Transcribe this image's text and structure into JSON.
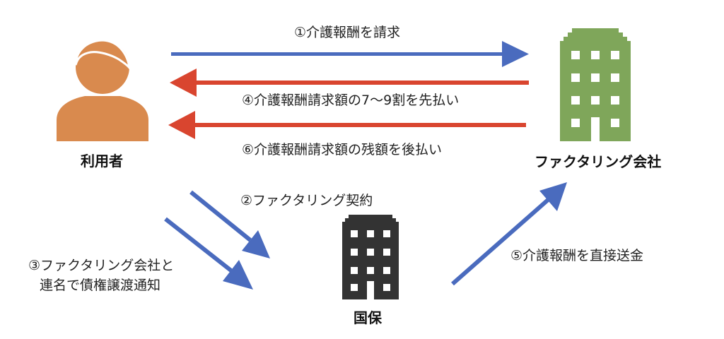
{
  "actors": {
    "user": {
      "label": "利用者",
      "icon": "person-icon",
      "color": "#D98A4E"
    },
    "factoring_company": {
      "label": "ファクタリング会社",
      "icon": "building-icon",
      "color": "#7FA65A"
    },
    "kokuho": {
      "label": "国保",
      "icon": "building-icon",
      "color": "#333333"
    }
  },
  "steps": {
    "s1": "①介護報酬を請求",
    "s2": "②ファクタリング契約",
    "s3_line1": "③ファクタリング会社と",
    "s3_line2": "連名で債権譲渡通知",
    "s4": "④介護報酬請求額の7〜9割を先払い",
    "s5": "⑤介護報酬を直接送金",
    "s6": "⑥介護報酬請求額の残額を後払い"
  },
  "colors": {
    "blue_arrow": "#4A6BBE",
    "red_arrow": "#D9452F"
  }
}
